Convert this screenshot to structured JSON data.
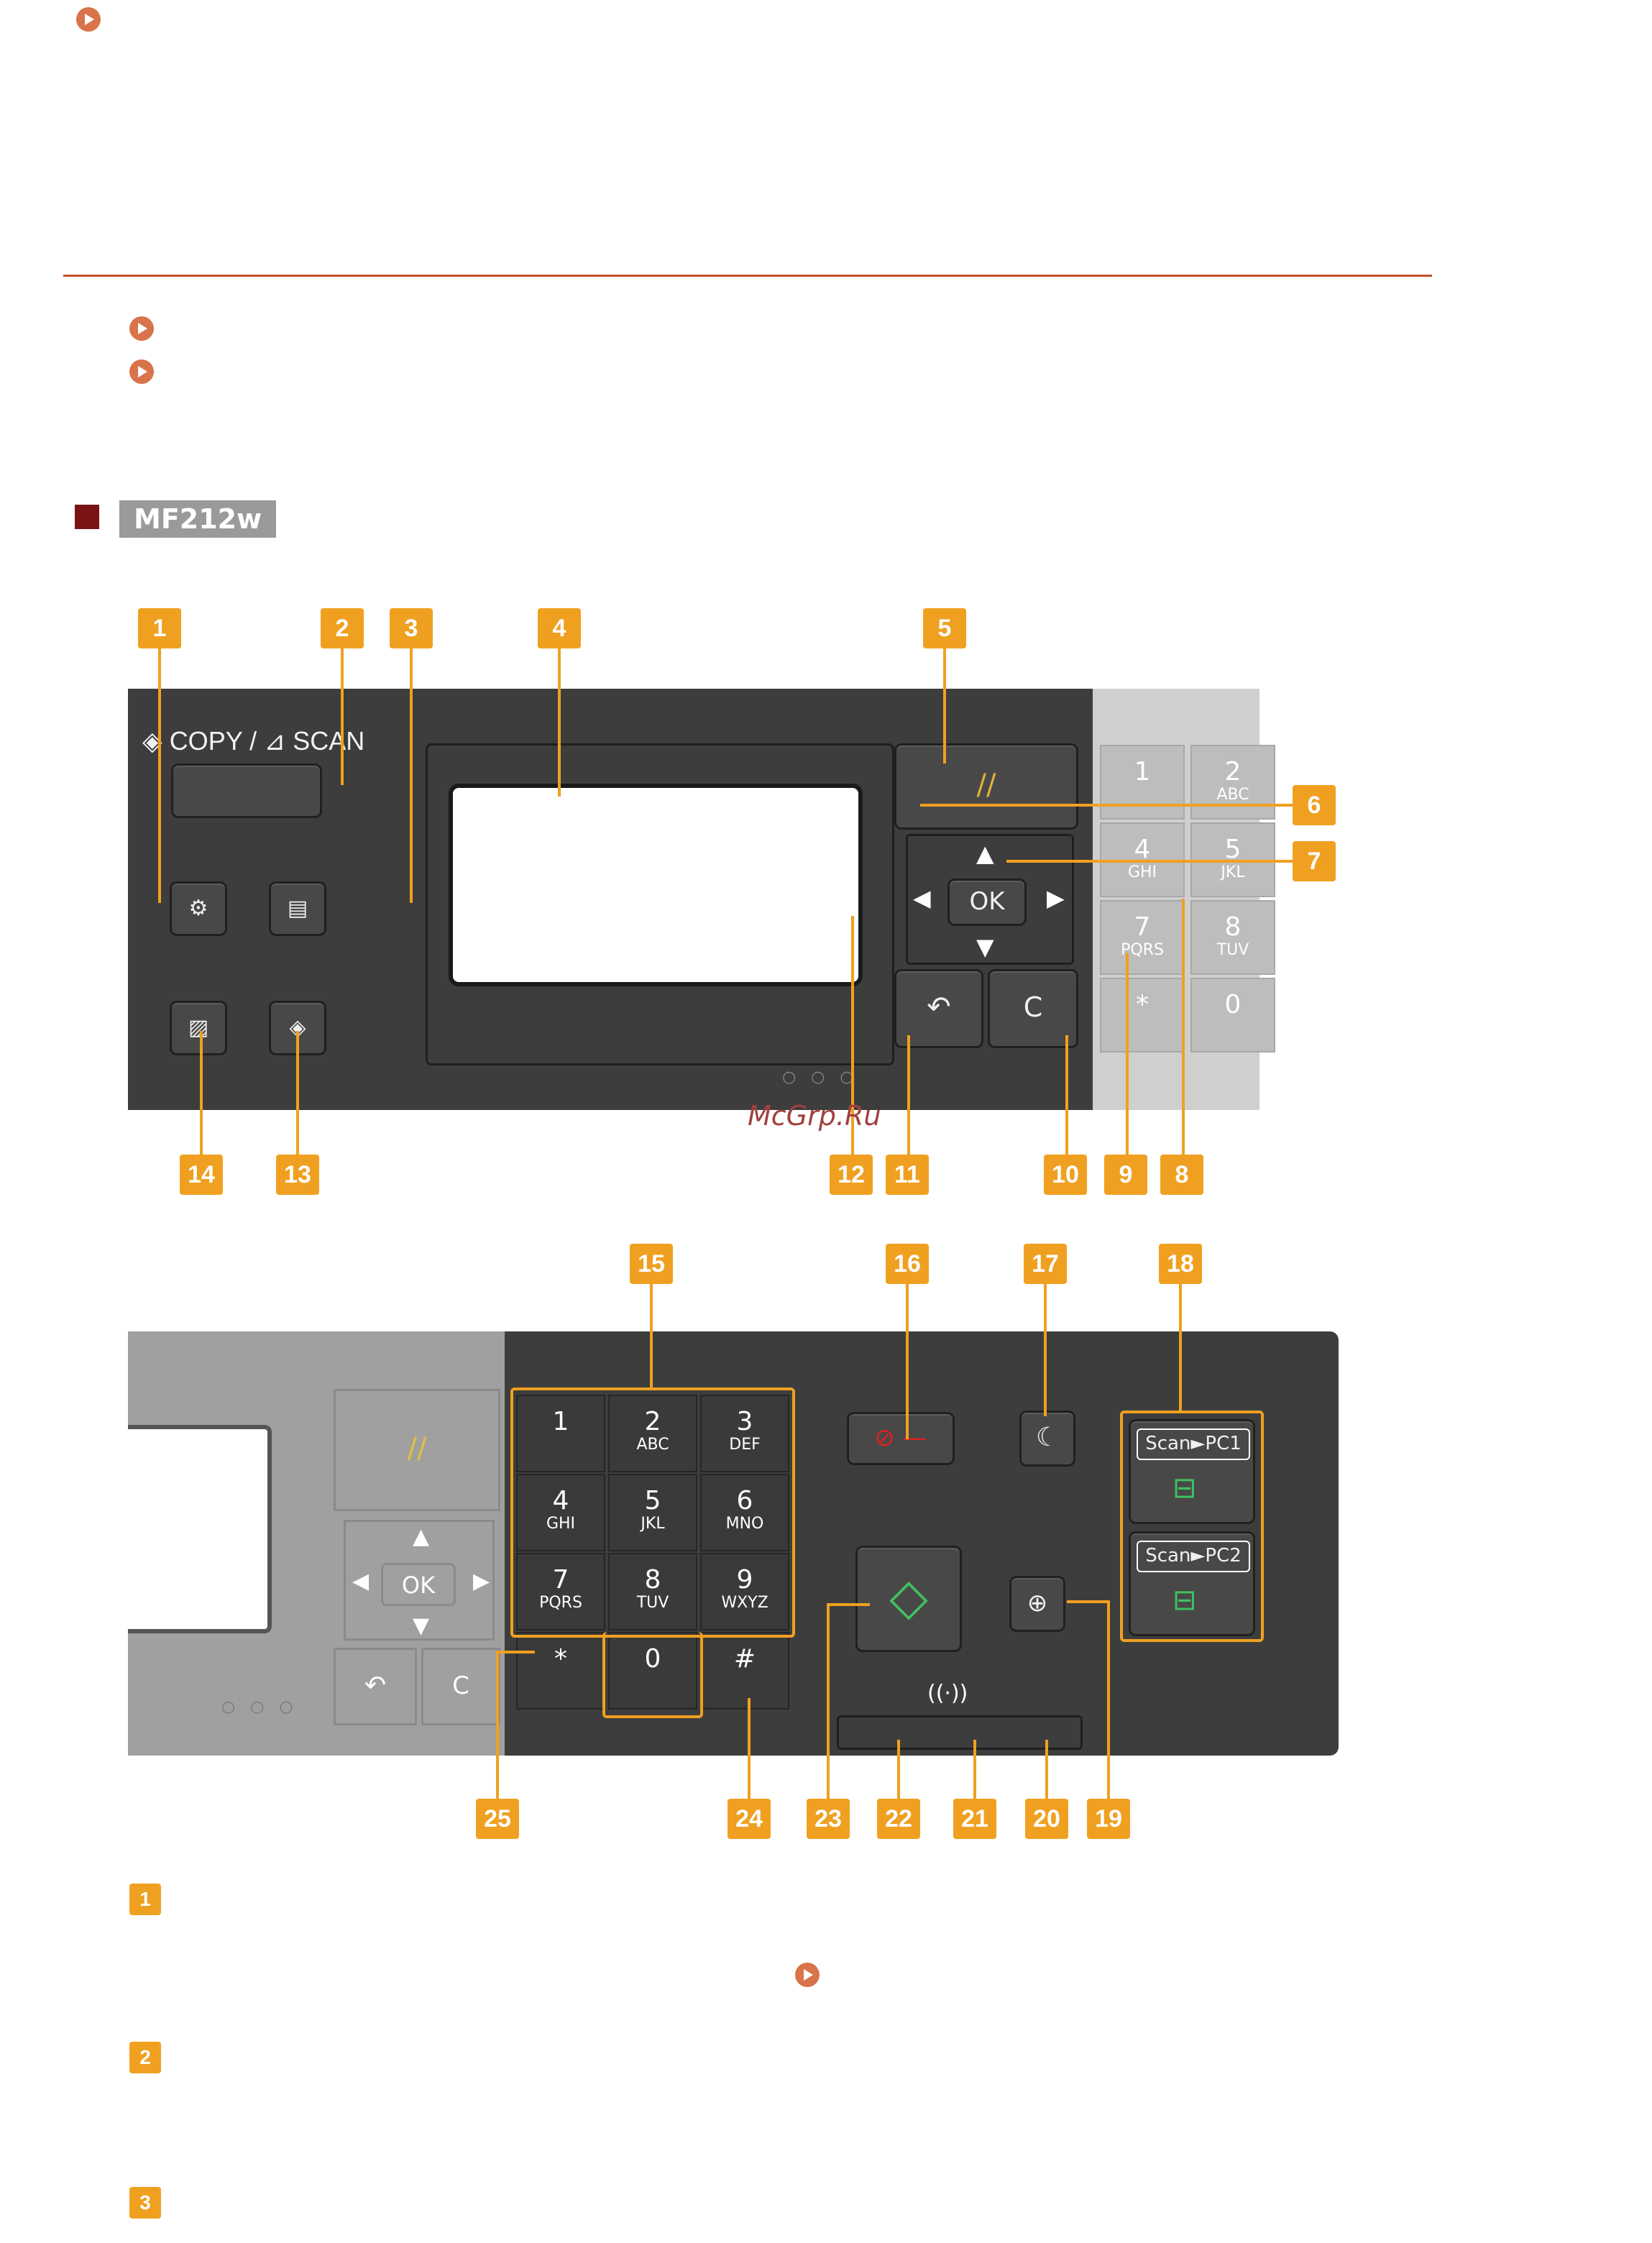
{
  "section_title": "MF212w",
  "watermark": "McGrp.Ru",
  "panel_top": {
    "copy_scan_label": "COPY / ",
    "scan_label": "SCAN",
    "ok_label": "OK",
    "clear_label": "C",
    "keys": [
      {
        "n": "1",
        "l": ""
      },
      {
        "n": "2",
        "l": "ABC"
      },
      {
        "n": "4",
        "l": "GHI"
      },
      {
        "n": "5",
        "l": "JKL"
      },
      {
        "n": "7",
        "l": "PQRS"
      },
      {
        "n": "8",
        "l": "TUV"
      },
      {
        "n": "*",
        "l": ""
      },
      {
        "n": "0",
        "l": ""
      }
    ]
  },
  "panel_bottom": {
    "ok_label": "OK",
    "clear_label": "C",
    "keys": [
      {
        "n": "1",
        "l": ""
      },
      {
        "n": "2",
        "l": "ABC"
      },
      {
        "n": "3",
        "l": "DEF"
      },
      {
        "n": "4",
        "l": "GHI"
      },
      {
        "n": "5",
        "l": "JKL"
      },
      {
        "n": "6",
        "l": "MNO"
      },
      {
        "n": "7",
        "l": "PQRS"
      },
      {
        "n": "8",
        "l": "TUV"
      },
      {
        "n": "9",
        "l": "WXYZ"
      },
      {
        "n": "*",
        "l": ""
      },
      {
        "n": "0",
        "l": ""
      },
      {
        "n": "#",
        "l": ""
      }
    ],
    "scan_pc1": "Scan►PC1",
    "scan_pc2": "Scan►PC2"
  },
  "badges_top": [
    "1",
    "2",
    "3",
    "4",
    "5",
    "6",
    "7",
    "8",
    "9",
    "10",
    "11",
    "12",
    "13",
    "14"
  ],
  "badges_bottom": [
    "15",
    "16",
    "17",
    "18",
    "19",
    "20",
    "21",
    "22",
    "23",
    "24",
    "25"
  ],
  "list_badges": [
    "1",
    "2",
    "3"
  ],
  "colors": {
    "accent": "#f0a020",
    "rule": "#c8502a",
    "bullet": "#d9734a",
    "panel": "#3d3d3d"
  }
}
